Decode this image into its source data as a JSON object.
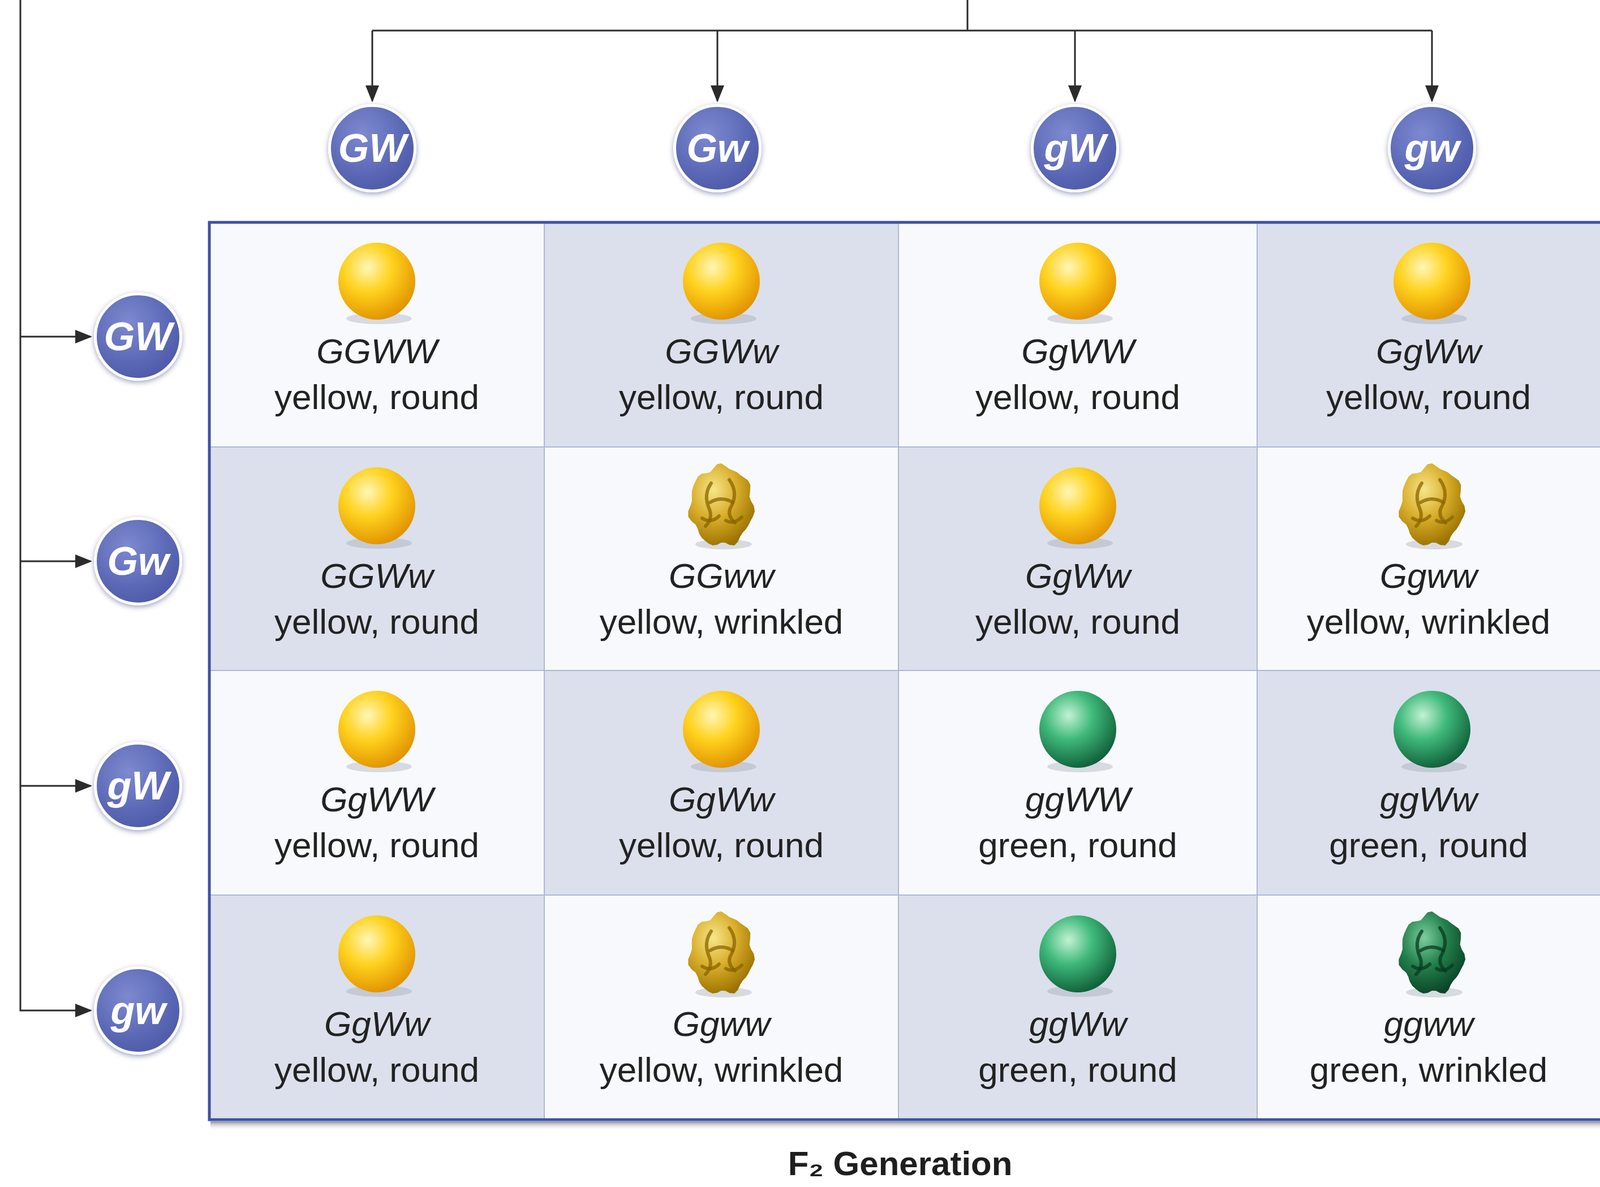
{
  "diagram": {
    "title": "F₂ Generation",
    "nodes": [
      {
        "text": [
          "GW"
        ]
      },
      {
        "text": [
          "Gw"
        ]
      },
      {
        "text": [
          "gW"
        ]
      },
      {
        "text": [
          "gw"
        ]
      },
      {
        "text": [
          "GW"
        ]
      },
      {
        "text": [
          "GGWW",
          "yellow, round"
        ]
      },
      {
        "text": [
          "GGWw",
          "yellow, round"
        ]
      },
      {
        "text": [
          "GgWW",
          "yellow, round"
        ]
      },
      {
        "text": [
          "GgWw",
          "yellow, round"
        ]
      },
      {
        "text": [
          "Gw"
        ]
      },
      {
        "text": [
          "GGWw",
          "yellow, round"
        ]
      },
      {
        "text": [
          "GGww",
          "yellow, wrinkled"
        ]
      },
      {
        "text": [
          "GgWw",
          "yellow, round"
        ]
      },
      {
        "text": [
          "Ggww",
          "yellow, wrinkled"
        ]
      },
      {
        "text": [
          "gW"
        ]
      },
      {
        "text": [
          "GgWW",
          "yellow, round"
        ]
      },
      {
        "text": [
          "GgWw",
          "yellow, round"
        ]
      },
      {
        "text": [
          "ggWW",
          "green, round"
        ]
      },
      {
        "text": [
          "ggWw",
          "green, round"
        ]
      },
      {
        "text": [
          "gw"
        ]
      },
      {
        "text": [
          "GgWw",
          "yellow, round"
        ]
      },
      {
        "text": [
          "Ggww",
          "yellow, wrinkled"
        ]
      },
      {
        "text": [
          "ggWw",
          "green, round"
        ]
      },
      {
        "text": [
          "ggww",
          "green, wrinkled"
        ]
      }
    ]
  }
}
